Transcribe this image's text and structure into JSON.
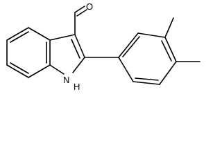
{
  "structure": {
    "atom_labels": {
      "oxygen": "O",
      "nitrogen": "N",
      "hydrogen": "H"
    }
  }
}
